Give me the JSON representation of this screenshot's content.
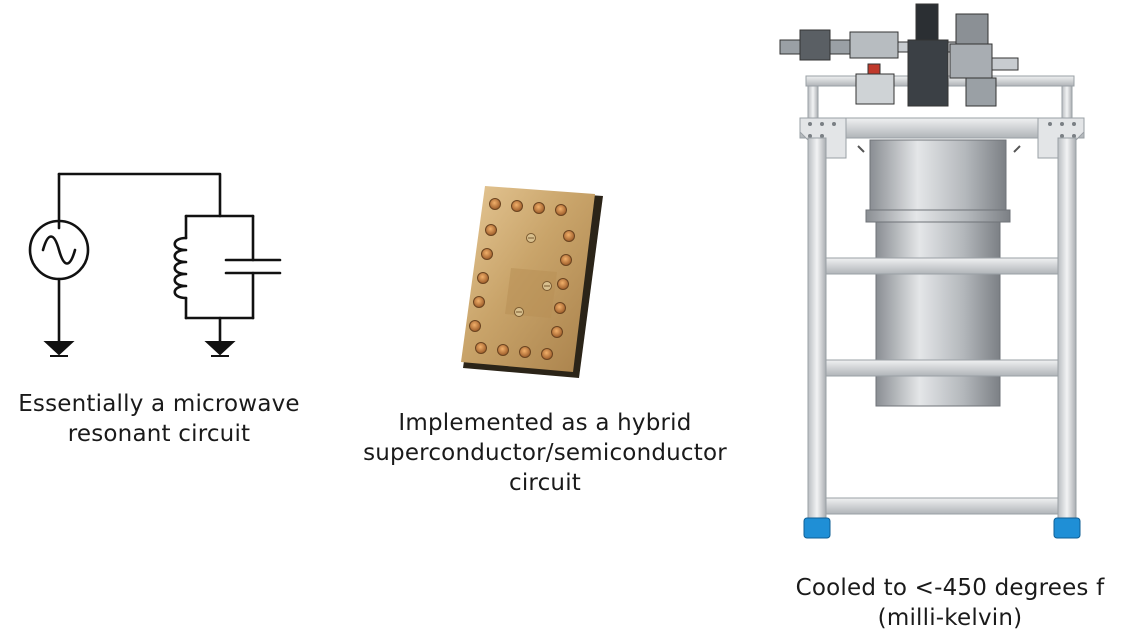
{
  "panels": [
    {
      "id": "resonant-circuit",
      "icon": "lc-resonant-circuit-schematic",
      "caption_lines": [
        "Essentially a microwave",
        "resonant circuit"
      ]
    },
    {
      "id": "hybrid-chip",
      "icon": "gold-plated-chip-package",
      "caption_lines": [
        "Implemented as a hybrid",
        "superconductor/semiconductor",
        "circuit"
      ]
    },
    {
      "id": "dilution-refrigerator",
      "icon": "dilution-refrigerator-frame",
      "caption_lines": [
        "Cooled to <-450 degrees f",
        "(milli-kelvin)"
      ]
    }
  ],
  "colors": {
    "wire": "#111111",
    "gold": "#c9a46a",
    "frame": "#d6d9dc",
    "caster": "#1f8fd6"
  }
}
